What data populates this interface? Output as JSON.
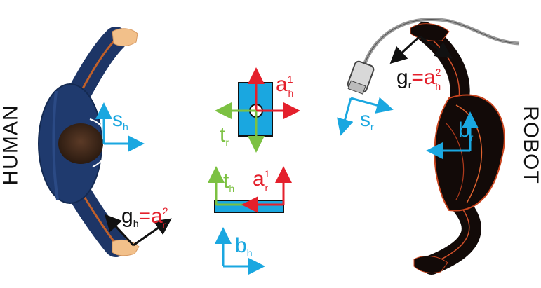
{
  "labels": {
    "human": "HUMAN",
    "robot": "ROBOT"
  },
  "colors": {
    "blue": "#1aa7e0",
    "red": "#e4202c",
    "green": "#7cc142",
    "black": "#111111"
  },
  "frames": {
    "human_s": {
      "main": "s",
      "sub": "h"
    },
    "human_g": {
      "main": "g",
      "sub": "h",
      "eq": "=",
      "rhs_main": "a",
      "rhs_sup": "2",
      "rhs_sub": "r"
    },
    "box_a1h": {
      "main": "a",
      "sup": "1",
      "sub": "h"
    },
    "box_tr": {
      "main": "t",
      "sub": "r"
    },
    "plate_th": {
      "main": "t",
      "sub": "h"
    },
    "plate_a1r": {
      "main": "a",
      "sup": "1",
      "sub": "r"
    },
    "plate_bh": {
      "main": "b",
      "sub": "h"
    },
    "robot_s": {
      "main": "s",
      "sub": "r"
    },
    "robot_g": {
      "main": "g",
      "sub": "r",
      "eq": "=",
      "rhs_main": "a",
      "rhs_sup": "2",
      "rhs_sub": "h"
    },
    "robot_b": {
      "main": "b",
      "sub": "r"
    }
  }
}
